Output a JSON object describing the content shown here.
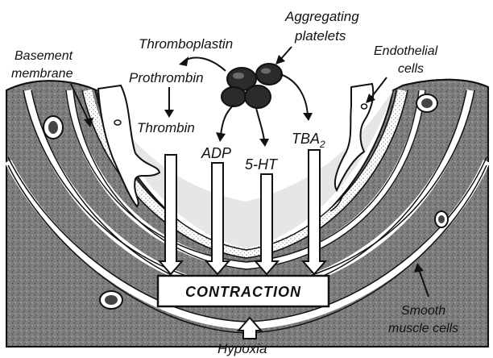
{
  "labels": {
    "aggregating": [
      "Aggregating",
      "platelets"
    ],
    "thromboplastin": "Thromboplastin",
    "prothrombin": "Prothrombin",
    "thrombin": "Thrombin",
    "adp": "ADP",
    "serotonin": "5-HT",
    "tba": "TBA",
    "tba_subscript": "2",
    "basement": [
      "Basement",
      "membrane"
    ],
    "endothelial": [
      "Endothelial",
      "cells"
    ],
    "smooth": [
      "Smooth",
      "muscle cells"
    ],
    "contraction": "CONTRACTION",
    "hypoxia": "Hypoxia"
  },
  "colors": {
    "ink": "#111111",
    "tissue_fill": "#8a8a8a",
    "paper": "#ffffff",
    "lumen": "#e6e6e6",
    "platelet": "#2b2b2b"
  }
}
